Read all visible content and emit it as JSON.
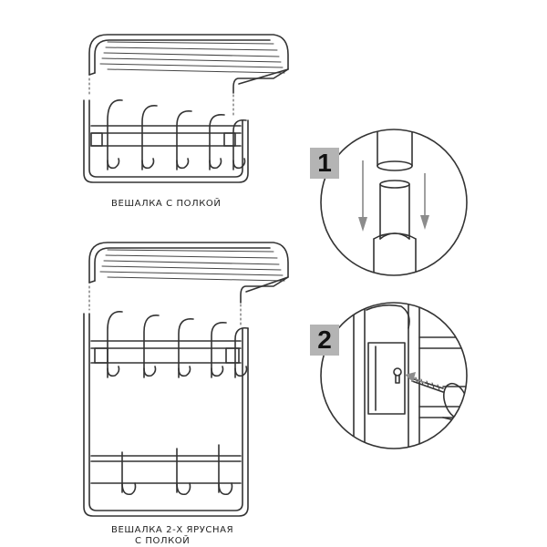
{
  "captions": {
    "hanger_single": "ВЕШАЛКА С ПОЛКОЙ",
    "hanger_double_line1": "ВЕШАЛКА 2-Х ЯРУСНАЯ",
    "hanger_double_line2": "С ПОЛКОЙ"
  },
  "steps": [
    {
      "number": "1"
    },
    {
      "number": "2"
    }
  ],
  "colors": {
    "badge": "#b4b4b4",
    "line": "#333333",
    "arrow": "#8c8c8c"
  }
}
